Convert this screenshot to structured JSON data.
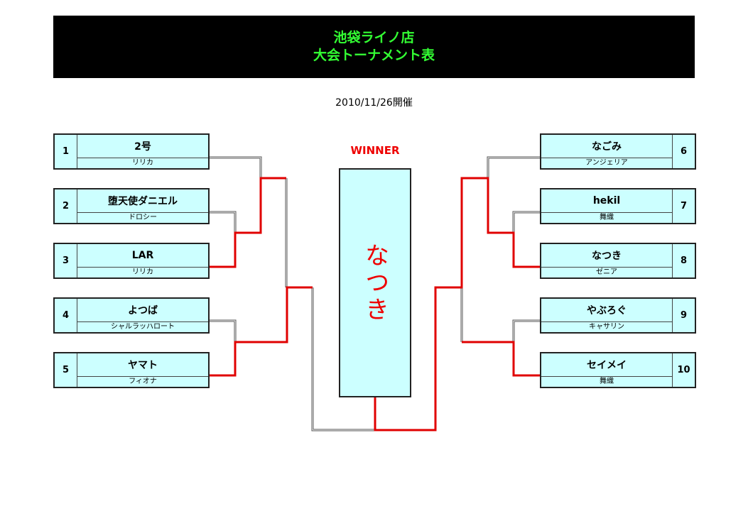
{
  "header": {
    "line1": "池袋ライノ店",
    "line2": "大会トーナメント表"
  },
  "date": "2010/11/26開催",
  "winner_label": "WINNER",
  "winner": "なつき",
  "left": [
    {
      "seed": "1",
      "name": "2号",
      "sub": "リリカ"
    },
    {
      "seed": "2",
      "name": "堕天使ダニエル",
      "sub": "ドロシー"
    },
    {
      "seed": "3",
      "name": "LAR",
      "sub": "リリカ"
    },
    {
      "seed": "4",
      "name": "よつば",
      "sub": "シャルラッハロート"
    },
    {
      "seed": "5",
      "name": "ヤマト",
      "sub": "フィオナ"
    }
  ],
  "right": [
    {
      "seed": "6",
      "name": "なごみ",
      "sub": "アンジェリア"
    },
    {
      "seed": "7",
      "name": "hekil",
      "sub": "舞織"
    },
    {
      "seed": "8",
      "name": "なつき",
      "sub": "ゼニア"
    },
    {
      "seed": "9",
      "name": "やぶろぐ",
      "sub": "キャサリン"
    },
    {
      "seed": "10",
      "name": "セイメイ",
      "sub": "舞織"
    }
  ],
  "colors": {
    "winner_path": "#e00000",
    "box": "#ccffff",
    "title": "#33ff33"
  }
}
